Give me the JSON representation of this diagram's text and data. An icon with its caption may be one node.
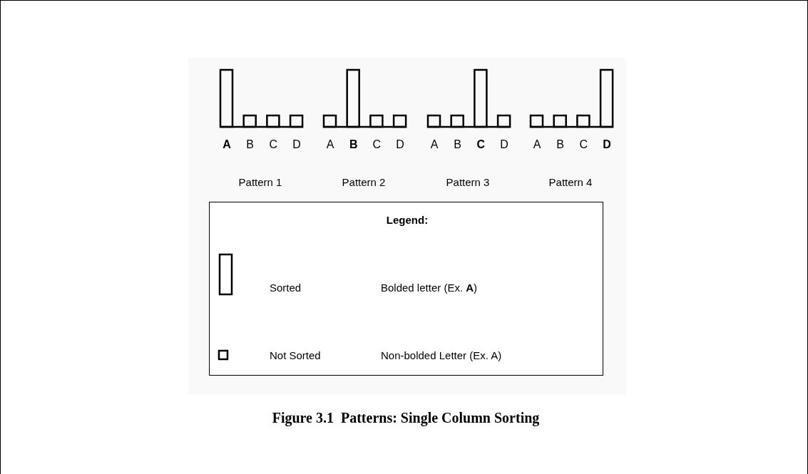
{
  "diagram": {
    "caption": "Figure 3.1  Patterns: Single Column Sorting",
    "labels": [
      "A",
      "B",
      "C",
      "D",
      "A",
      "B",
      "C",
      "D",
      "A",
      "B",
      "C",
      "D",
      "A",
      "B",
      "C",
      "D",
      "Pattern 1",
      "Pattern 2",
      "Pattern 3",
      "Pattern 4",
      "Legend:",
      "Bolded letter (Ex. **A**)",
      "Non-bolded Letter (Ex. A)"
    ],
    "legend": [
      {
        "text": "Sorted"
      },
      {
        "text": "Not Sorted"
      }
    ]
  }
}
